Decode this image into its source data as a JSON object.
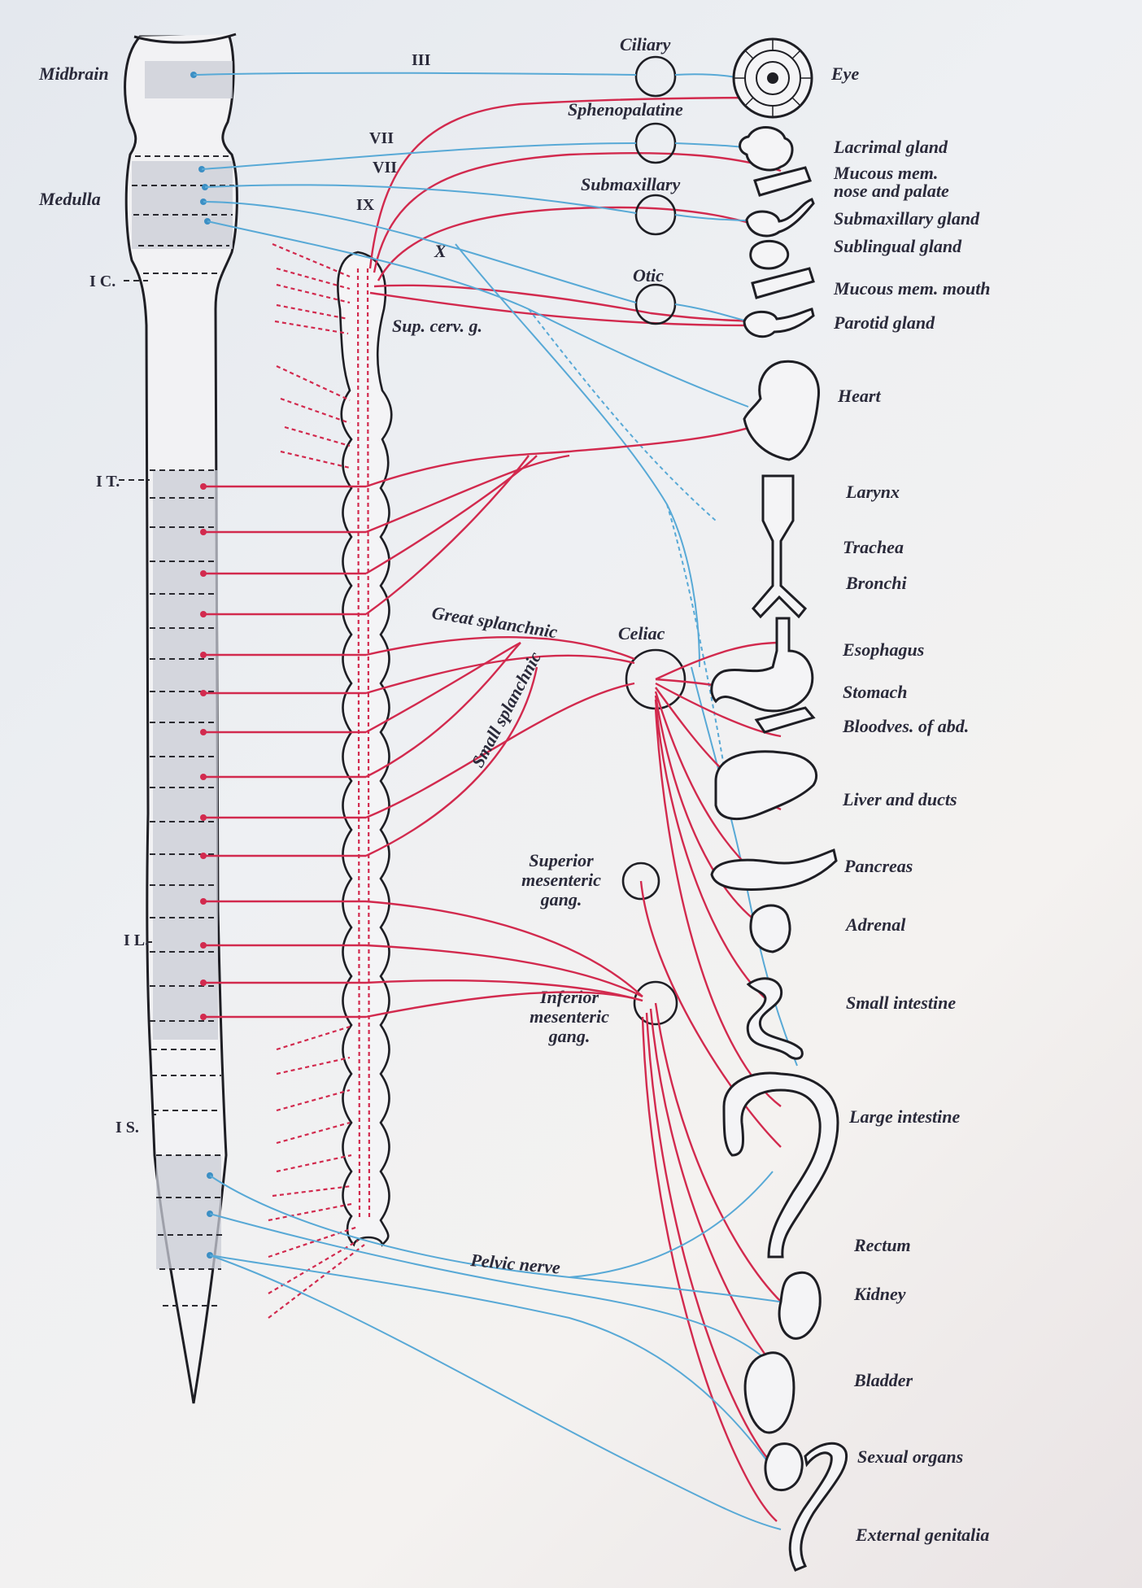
{
  "cord_levels": {
    "midbrain": "Midbrain",
    "medulla": "Medulla",
    "cervical": "I C.",
    "thoracic": "I T.",
    "lumbar": "I L.",
    "sacral": "I S."
  },
  "cranial_nerves": {
    "oculomotor": "III",
    "facial_1": "VII",
    "facial_2": "VII",
    "glossopharyngeal": "IX",
    "vagus": "X"
  },
  "ganglia": {
    "ciliary": "Ciliary",
    "sphenopalatine": "Sphenopalatine",
    "submaxillary": "Submaxillary",
    "otic": "Otic",
    "superior_cervical": "Sup. cerv. g.",
    "celiac": "Celiac",
    "superior_mesenteric": [
      "Superior",
      "mesenteric",
      "gang."
    ],
    "inferior_mesenteric": [
      "Inferior",
      "mesenteric",
      "gang."
    ]
  },
  "nerves": {
    "great_splanchnic": "Great splanchnic",
    "small_splanchnic": "Small splanchnic",
    "pelvic": "Pelvic nerve"
  },
  "organs": [
    {
      "key": "eye",
      "label": "Eye"
    },
    {
      "key": "lacrimal",
      "label": "Lacrimal gland"
    },
    {
      "key": "nose",
      "label": [
        "Mucous mem.",
        "nose and palate"
      ]
    },
    {
      "key": "submax_gland",
      "label": "Submaxillary gland"
    },
    {
      "key": "sublingual",
      "label": "Sublingual gland"
    },
    {
      "key": "mouth",
      "label": "Mucous mem. mouth"
    },
    {
      "key": "parotid",
      "label": "Parotid gland"
    },
    {
      "key": "heart",
      "label": "Heart"
    },
    {
      "key": "larynx",
      "label": "Larynx"
    },
    {
      "key": "trachea",
      "label": "Trachea"
    },
    {
      "key": "bronchi",
      "label": "Bronchi"
    },
    {
      "key": "esophagus",
      "label": "Esophagus"
    },
    {
      "key": "stomach",
      "label": "Stomach"
    },
    {
      "key": "bloodves",
      "label": "Bloodves. of abd."
    },
    {
      "key": "liver",
      "label": "Liver and ducts"
    },
    {
      "key": "pancreas",
      "label": "Pancreas"
    },
    {
      "key": "adrenal",
      "label": "Adrenal"
    },
    {
      "key": "small_int",
      "label": "Small intestine"
    },
    {
      "key": "large_int",
      "label": "Large intestine"
    },
    {
      "key": "rectum",
      "label": "Rectum"
    },
    {
      "key": "kidney",
      "label": "Kidney"
    },
    {
      "key": "bladder",
      "label": "Bladder"
    },
    {
      "key": "sexual",
      "label": "Sexual organs"
    },
    {
      "key": "genitalia",
      "label": "External genitalia"
    }
  ],
  "colors": {
    "sympathetic": "#d22a4e",
    "parasympathetic": "#58a9d6",
    "outline": "#1e1e24"
  }
}
